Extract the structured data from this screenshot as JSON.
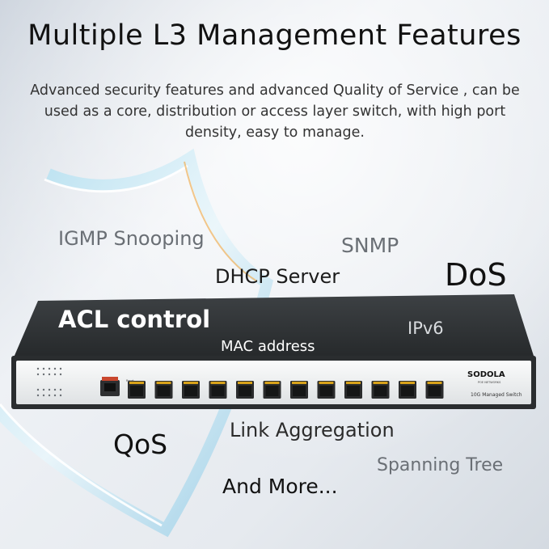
{
  "header": {
    "title": "Multiple L3 Management Features",
    "description": "Advanced security features and advanced Quality of Service , can be used as a core, distribution or access layer switch, with high port density, easy to manage."
  },
  "features": {
    "igmp": "IGMP Snooping",
    "snmp": "SNMP",
    "dhcp": "DHCP Server",
    "dos": "DoS",
    "acl": "ACL control",
    "ipv6": "IPv6",
    "mac": "MAC address",
    "link": "Link Aggregation",
    "qos": "QoS",
    "stp": "Spanning Tree",
    "more": "And More..."
  },
  "device": {
    "brand": "SODOLA",
    "brand_sub": "POE NETWORKS",
    "model": "10G Managed Switch",
    "reset_label": "Reset",
    "sfp_port_count": 12
  },
  "colors": {
    "background": "#e3e8ee",
    "title_text": "#111111",
    "muted_text": "#6a6f75",
    "chassis_top": "#2f3234",
    "front_panel": "#f2f3f4",
    "port_accent": "#d8a21a"
  }
}
